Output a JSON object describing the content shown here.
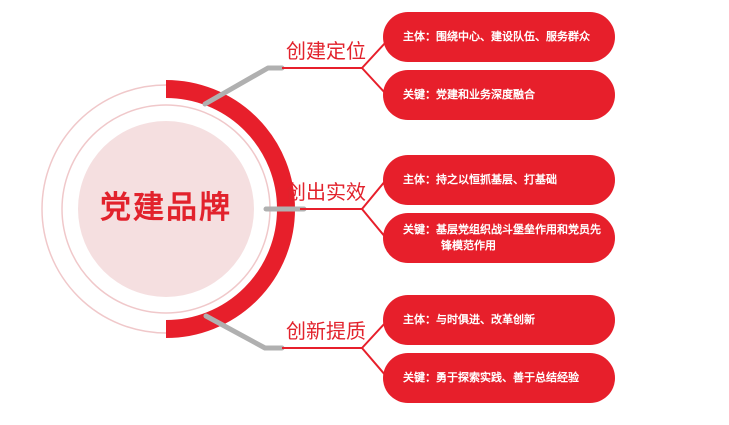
{
  "center": {
    "title": "党建品牌"
  },
  "branches": [
    {
      "label": "创建定位",
      "items": [
        "主体：围绕中心、建设队伍、服务群众",
        "关键：党建和业务深度融合"
      ]
    },
    {
      "label": "创出实效",
      "items": [
        "主体：持之以恒抓基层、打基础",
        "关键：基层党组织战斗堡垒作用和党员先锋模范作用"
      ]
    },
    {
      "label": "创新提质",
      "items": [
        "主体：与时俱进、改革创新",
        "关键：勇于探索实践、善于总结经验"
      ]
    }
  ],
  "colors": {
    "accent": "#e71f2b",
    "circle_fill": "#f5dfe0",
    "connector": "#b0b0b0",
    "ring_light": "#f0c8ca"
  }
}
